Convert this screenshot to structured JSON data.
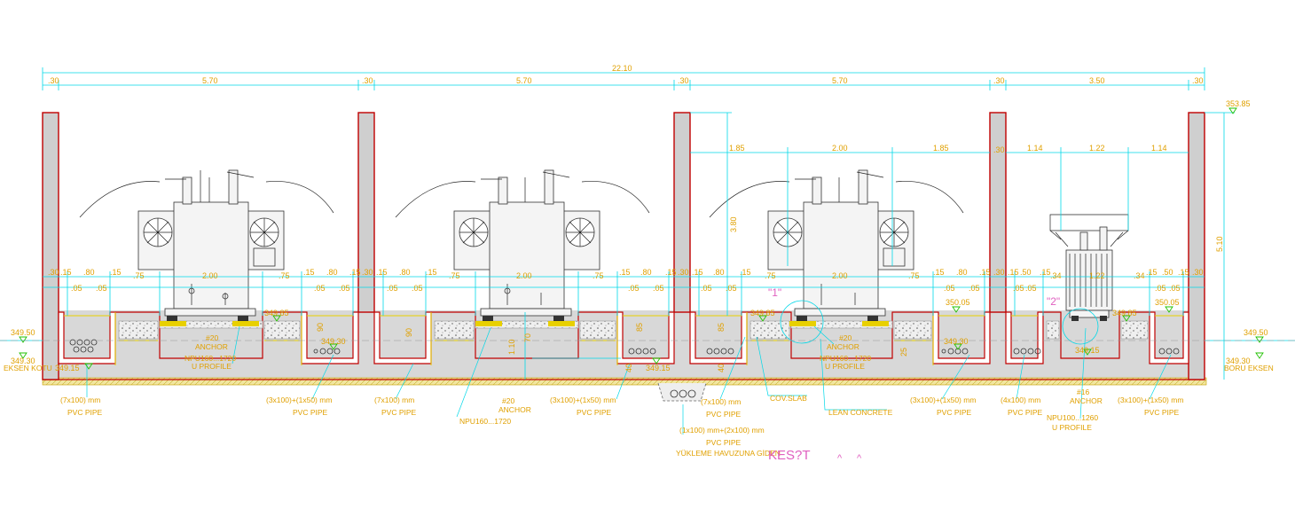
{
  "drawing": {
    "section_title": "KES?T",
    "overall_dimension": "22.10",
    "top_dimensions": [
      ".30",
      "5.70",
      ".30",
      "5.70",
      ".30",
      "5.70",
      ".30",
      "3.50",
      ".30"
    ],
    "bay3_dimensions": [
      "1.85",
      "2.00",
      "1.85"
    ],
    "bay4_dimensions": [
      "1.14",
      "1.22",
      "1.14"
    ],
    "bay_small_dims": {
      "a": ".15",
      "b": ".80",
      "c": "2.00",
      "d": ".75",
      "e": ".05",
      "f": ".30",
      "g": ".50",
      "h": ".34",
      "i": "1.22"
    },
    "vertical_dimensions": {
      "left_h": "3.80",
      "right_h": "5.10",
      "d90": "90",
      "d70": "70",
      "d85": "85",
      "d110": "1.10",
      "d40": "40",
      "d25": "25"
    },
    "elevations": {
      "top_right": "353.85",
      "left_upper": "349.50",
      "left_lower": "349.30",
      "axis_left": "349.15",
      "right_upper": "349.50",
      "right_lower": "349.30",
      "e1": "349.85",
      "e2": "349.30",
      "e3": "349.15",
      "e4": "349.85",
      "e5": "350.05",
      "e6": "349.30",
      "e7": "349.85",
      "e8": "350.05",
      "e9": "349.15"
    },
    "axis_labels": {
      "left": "EKSEN KOTU",
      "right": "BORU EKSEN"
    },
    "detail_marks": {
      "d1": "\"1\"",
      "d2": "\"2\""
    },
    "annotations": {
      "anchor20": "#20",
      "anchor": "ANCHOR",
      "npu1720": "NPU160...1720",
      "uprofile": "U PROFILE",
      "anchor16": "#16",
      "npu1260": "NPU100...1260",
      "cov_slab": "COV.SLAB",
      "lean_concrete": "LEAN CONCRETE",
      "pvc_pipe": "PVC PIPE",
      "pipe_7x100": "(7x100) mm",
      "pipe_3x100": "(3x100)+(1x50) mm",
      "pipe_4x100": "(4x100) mm",
      "pipe_loading": "(1x100) mm+(2x100) mm",
      "loading_pool": "YÜKLEME HAVUZUNA GİDEN"
    }
  }
}
